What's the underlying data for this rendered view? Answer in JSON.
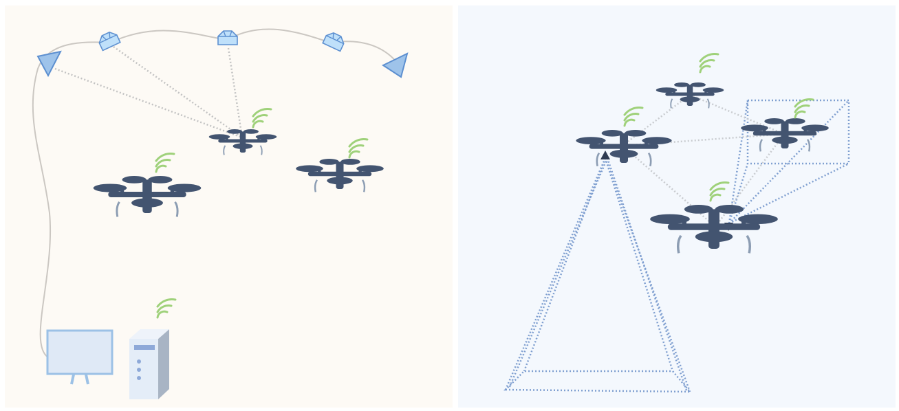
{
  "colors": {
    "left_panel_bg": "#fdfaf5",
    "right_panel_bg": "#f4f8fd",
    "drone_body": "#435470",
    "drone_legs": "#8c9db3",
    "wifi": "#9fd17a",
    "sight_line": "#c3c3c3",
    "camera_fill": "#bfe0fa",
    "camera_stroke": "#5c8fd0",
    "anchor_fill": "#9ec3ea",
    "cable": "#cbc7c2",
    "monitor_fill": "#dfe9f6",
    "monitor_stroke": "#9cc1e6",
    "tower_front": "#e4edf8",
    "tower_side": "#a8b4c4",
    "frustum": "#7f9fd0",
    "link_line": "#c9ccd0"
  },
  "left_panel": {
    "name": "mocap-setup",
    "cameras": [
      "camera-icon",
      "camera-icon",
      "camera-icon"
    ],
    "anchors": [
      "anchor-camera-icon",
      "anchor-camera-icon"
    ],
    "drones": [
      "drone-icon",
      "drone-icon",
      "drone-icon"
    ],
    "ground_station": [
      "monitor-icon",
      "computer-tower-icon",
      "wifi-icon"
    ]
  },
  "right_panel": {
    "name": "onboard-sensing-setup",
    "drones": [
      "drone-icon",
      "drone-icon",
      "drone-icon",
      "drone-icon"
    ],
    "sensor_fields": [
      "downward-frustum",
      "side-frustum"
    ]
  }
}
